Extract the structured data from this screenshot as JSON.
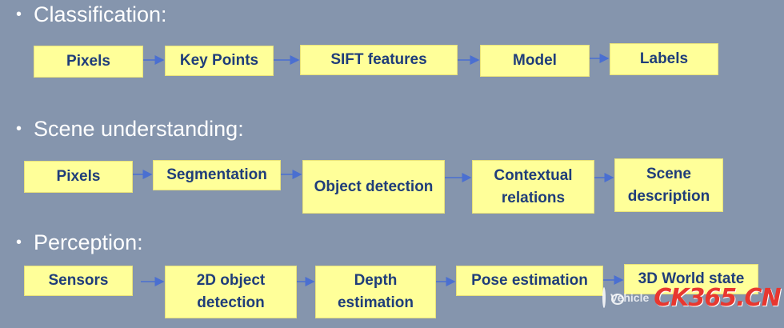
{
  "sections": [
    {
      "title": "Classification:",
      "steps": [
        "Pixels",
        "Key Points",
        "SIFT features",
        "Model",
        "Labels"
      ]
    },
    {
      "title": "Scene understanding:",
      "steps": [
        "Pixels",
        "Segmentation",
        "Object detection",
        "Contextual relations",
        "Scene description"
      ]
    },
    {
      "title": "Perception:",
      "steps": [
        "Sensors",
        "2D object detection",
        "Depth estimation",
        "Pose estimation",
        "3D World state"
      ]
    }
  ],
  "watermark": {
    "text": "Vehicle",
    "logo": "CK365.CN"
  },
  "colors": {
    "background": "#8595ad",
    "box": "#ffff99",
    "box_text": "#1f3d7a",
    "arrow": "#4a6fd1"
  }
}
